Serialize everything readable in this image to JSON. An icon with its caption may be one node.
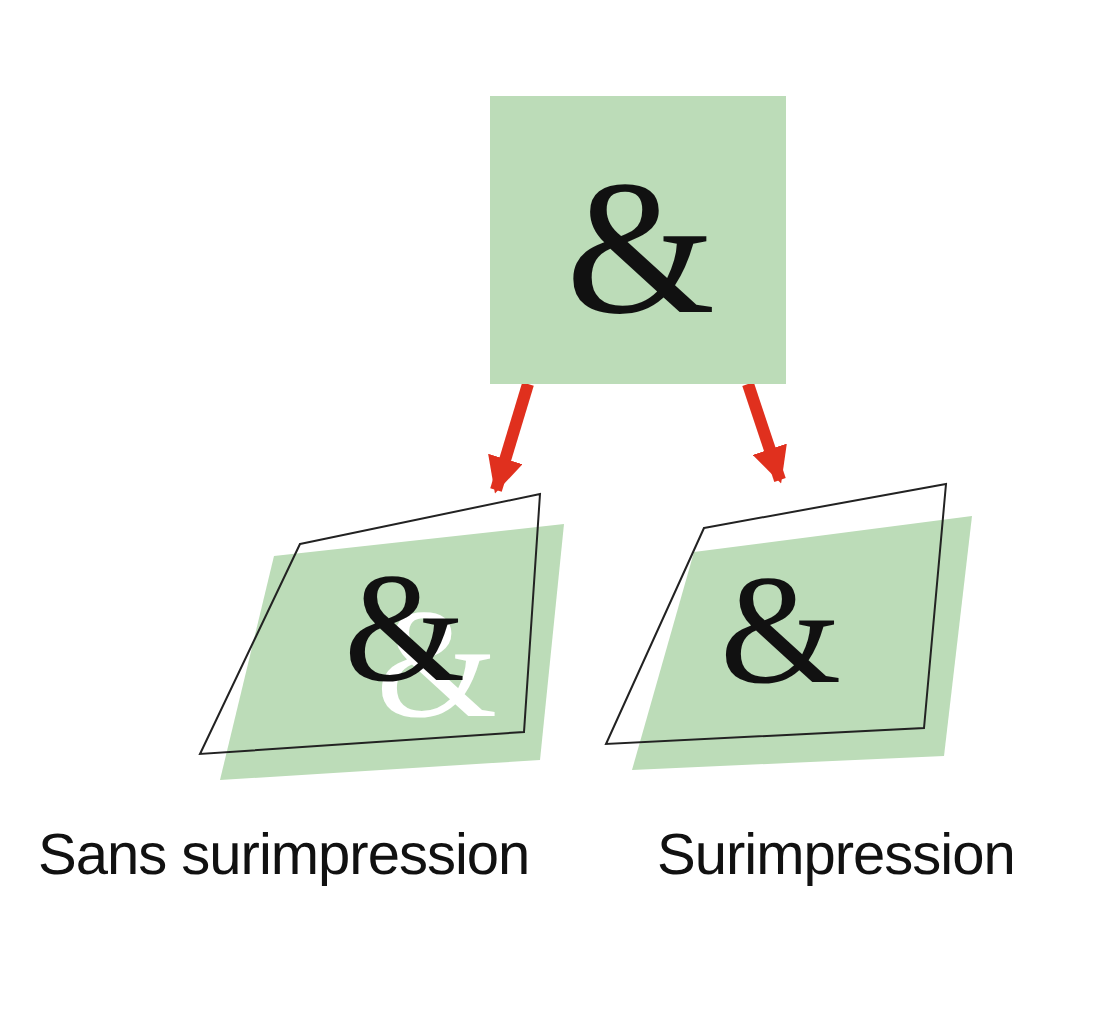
{
  "diagram": {
    "nodes": [
      {
        "text": [
          "&"
        ]
      },
      {
        "text": [
          "&",
          "&"
        ],
        "beside": [
          "Sans surimpression"
        ]
      },
      {
        "text": [
          "&"
        ],
        "beside": [
          "Surimpression"
        ]
      }
    ],
    "edges": [
      {
        "from": 0,
        "to": 1,
        "arrow": "to",
        "color": "#e0301e"
      },
      {
        "from": 0,
        "to": 2,
        "arrow": "to",
        "color": "#e0301e"
      }
    ]
  }
}
